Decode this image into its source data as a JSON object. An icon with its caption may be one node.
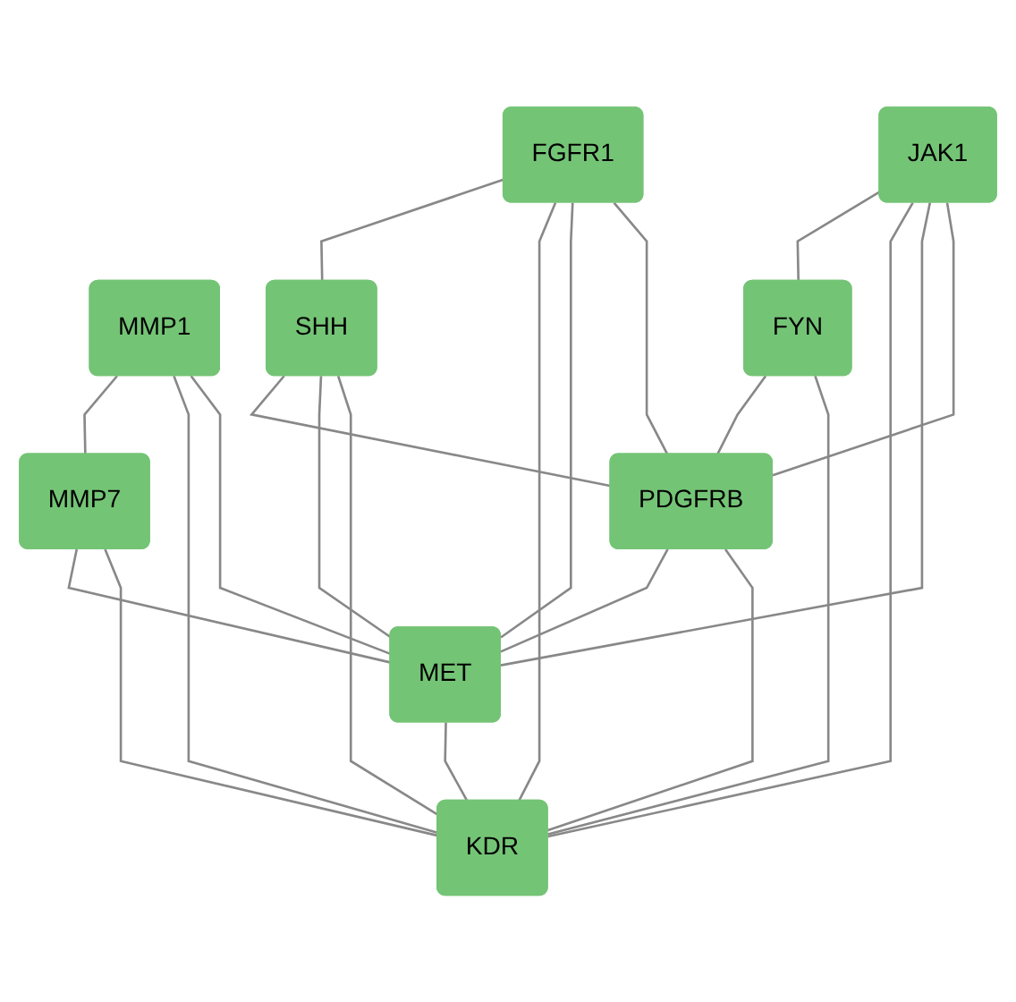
{
  "diagram": {
    "nodes": [
      {
        "text": [
          "FGFR1"
        ]
      },
      {
        "text": [
          "JAK1"
        ]
      },
      {
        "text": [
          "MMP1"
        ]
      },
      {
        "text": [
          "SHH"
        ]
      },
      {
        "text": [
          "FYN"
        ]
      },
      {
        "text": [
          "PDGFRB"
        ]
      },
      {
        "text": [
          "MMP7"
        ]
      },
      {
        "text": [
          "MET"
        ]
      },
      {
        "text": [
          "KDR"
        ]
      }
    ],
    "edges": [
      {
        "from": 0,
        "to": 3,
        "arrow": "none"
      },
      {
        "from": 0,
        "to": 8,
        "arrow": "none"
      },
      {
        "from": 0,
        "to": 7,
        "arrow": "none"
      },
      {
        "from": 0,
        "to": 5,
        "arrow": "none"
      },
      {
        "from": 1,
        "to": 4,
        "arrow": "none"
      },
      {
        "from": 1,
        "to": 8,
        "arrow": "none"
      },
      {
        "from": 1,
        "to": 7,
        "arrow": "none"
      },
      {
        "from": 1,
        "to": 5,
        "arrow": "none"
      },
      {
        "from": 2,
        "to": 6,
        "arrow": "none"
      },
      {
        "from": 2,
        "to": 8,
        "arrow": "none"
      },
      {
        "from": 2,
        "to": 7,
        "arrow": "none"
      },
      {
        "from": 3,
        "to": 5,
        "arrow": "none"
      },
      {
        "from": 3,
        "to": 7,
        "arrow": "none"
      },
      {
        "from": 3,
        "to": 8,
        "arrow": "none"
      },
      {
        "from": 4,
        "to": 5,
        "arrow": "none"
      },
      {
        "from": 4,
        "to": 8,
        "arrow": "none"
      },
      {
        "from": 5,
        "to": 7,
        "arrow": "none"
      },
      {
        "from": 5,
        "to": 8,
        "arrow": "none"
      },
      {
        "from": 6,
        "to": 7,
        "arrow": "none"
      },
      {
        "from": 6,
        "to": 8,
        "arrow": "none"
      },
      {
        "from": 7,
        "to": 8,
        "arrow": "none"
      }
    ]
  }
}
